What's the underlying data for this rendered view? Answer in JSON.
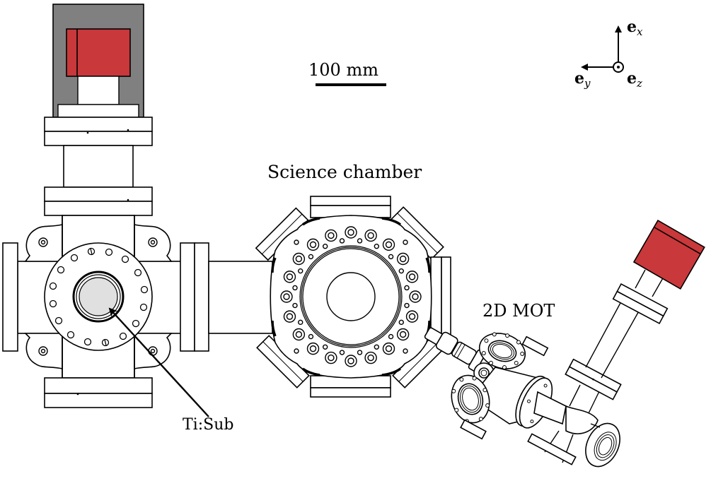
{
  "figure": {
    "scale_bar": {
      "label": "100 mm"
    },
    "axes": {
      "x_label": "e",
      "x_sub": "x",
      "y_label": "e",
      "y_sub": "y",
      "z_label": "e",
      "z_sub": "z"
    },
    "labels": {
      "science_chamber": "Science chamber",
      "mot_2d": "2D MOT",
      "ti_sub": "Ti:Sub"
    },
    "colors": {
      "pump_red": "#c9383a",
      "housing_gray": "#808080",
      "window_gray": "#e0e0e0",
      "line": "#000000"
    }
  }
}
